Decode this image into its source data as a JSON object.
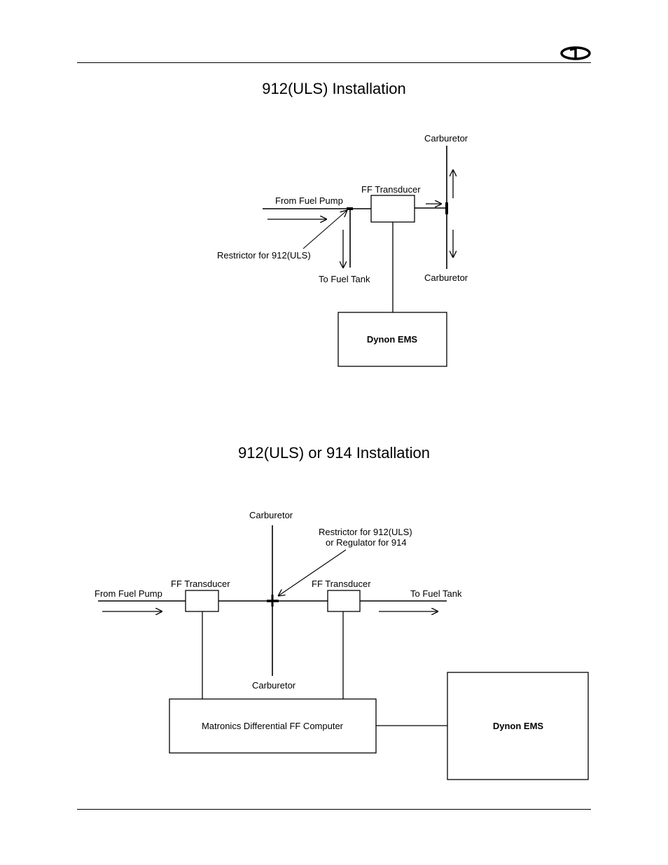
{
  "diagram1": {
    "title": "912(ULS) Installation",
    "labels": {
      "carburetor_top": "Carburetor",
      "ff_transducer": "FF Transducer",
      "from_fuel_pump": "From Fuel Pump",
      "restrictor": "Restrictor for 912(ULS)",
      "to_fuel_tank": "To Fuel Tank",
      "carburetor_bottom": "Carburetor",
      "ems": "Dynon EMS"
    }
  },
  "diagram2": {
    "title": "912(ULS) or 914 Installation",
    "labels": {
      "carburetor_top": "Carburetor",
      "restrictor_line1": "Restrictor for 912(ULS)",
      "restrictor_line2": "or Regulator for 914",
      "ff_transducer_left": "FF Transducer",
      "ff_transducer_right": "FF Transducer",
      "from_fuel_pump": "From Fuel Pump",
      "to_fuel_tank": "To Fuel Tank",
      "carburetor_bottom": "Carburetor",
      "computer": "Matronics Differential FF Computer",
      "ems": "Dynon EMS"
    }
  }
}
